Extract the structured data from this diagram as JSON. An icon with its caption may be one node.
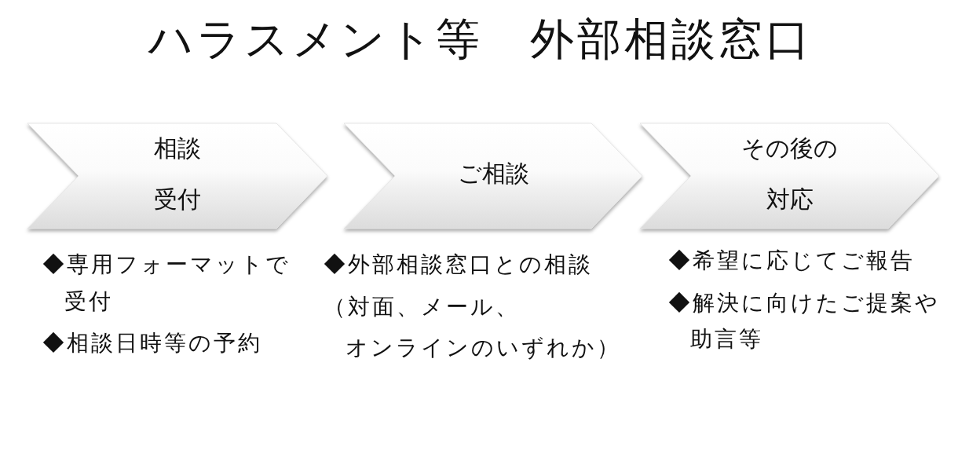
{
  "diagram": {
    "title": "ハラスメント等　外部相談窓口",
    "nodes": [
      {
        "text": [
          "相談受付"
        ],
        "beside": [
          "◆専用フォーマットで受付",
          "◆相談日時等の予約"
        ]
      },
      {
        "text": [
          "ご相談"
        ],
        "beside": [
          "◆外部相談窓口との相談",
          "（対面、メール、オンラインのいずれか）"
        ]
      },
      {
        "text": [
          "その後の対応"
        ],
        "beside": [
          "◆希望に応じてご報告",
          "◆解決に向けたご提案や助言等"
        ]
      }
    ]
  }
}
